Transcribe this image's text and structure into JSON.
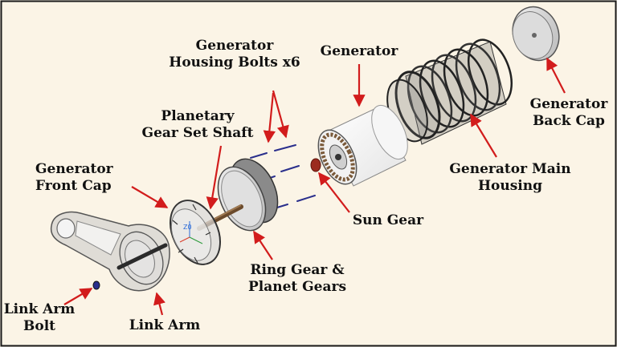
{
  "colors": {
    "background": "#fbf4e6",
    "border": "#1a1a1a",
    "arrow": "#d21c1c",
    "label": "#111111",
    "part_outline": "#444444",
    "bolt": "#2a2f8c",
    "housing": "#2b2b2b",
    "generator_body": "#ffffff",
    "stator": "#7a5a3a",
    "sun_gear": "#9b2b1e"
  },
  "labels": {
    "generator_housing_bolts": {
      "line1": "Generator",
      "line2": "Housing Bolts x6"
    },
    "generator": {
      "line1": "Generator"
    },
    "generator_back_cap": {
      "line1": "Generator",
      "line2": "Back Cap"
    },
    "planetary_gear_set_shaft": {
      "line1": "Planetary",
      "line2": "Gear Set Shaft"
    },
    "generator_front_cap": {
      "line1": "Generator",
      "line2": "Front Cap"
    },
    "generator_main_housing": {
      "line1": "Generator Main",
      "line2": "Housing"
    },
    "sun_gear": {
      "line1": "Sun Gear"
    },
    "ring_gear_planet_gears": {
      "line1": "Ring Gear &",
      "line2": "Planet Gears"
    },
    "link_arm_bolt": {
      "line1": "Link Arm",
      "line2": "Bolt"
    },
    "link_arm": {
      "line1": "Link Arm"
    }
  },
  "cad_axis_label": "Z0"
}
